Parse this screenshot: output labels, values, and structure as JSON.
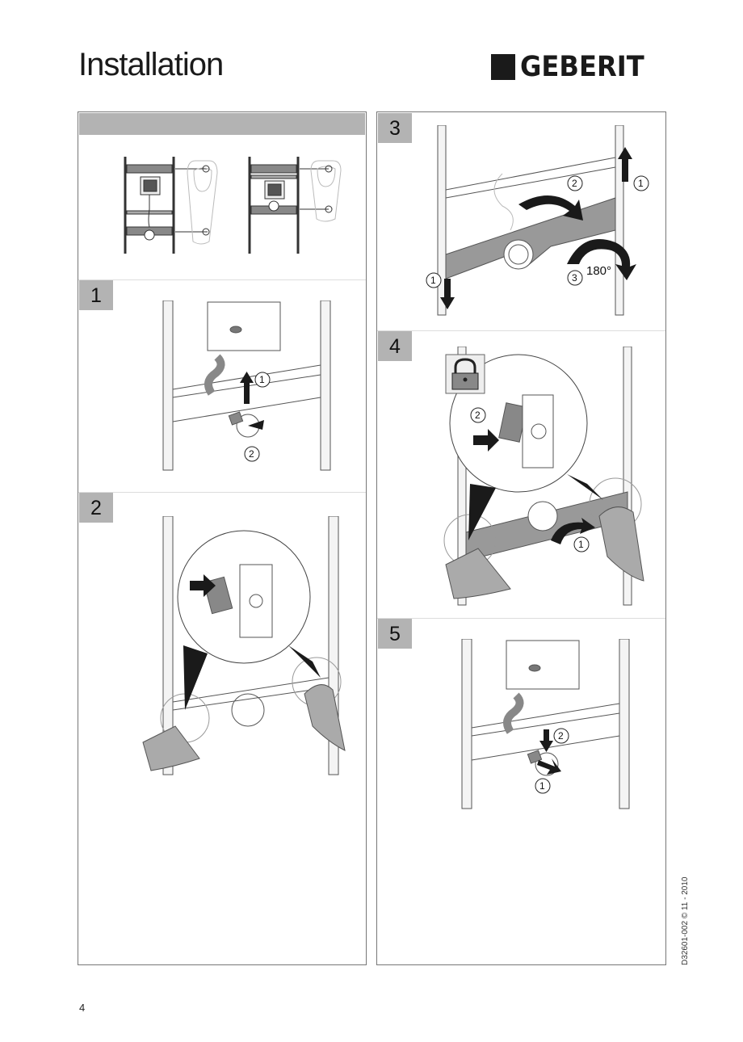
{
  "header": {
    "title": "Installation",
    "brand": "GEBERIT"
  },
  "overview": {
    "variants": [
      "urinal-layout-a",
      "urinal-layout-b"
    ]
  },
  "steps": [
    {
      "number": "1",
      "callouts": [
        "1",
        "2"
      ]
    },
    {
      "number": "2",
      "callouts": []
    },
    {
      "number": "3",
      "callouts": [
        "1",
        "2",
        "1",
        "3"
      ],
      "angle_label": "180°"
    },
    {
      "number": "4",
      "callouts": [
        "2",
        "1"
      ],
      "icon": "padlock-icon"
    },
    {
      "number": "5",
      "callouts": [
        "2",
        "1"
      ]
    }
  ],
  "footer": {
    "page_number": "4",
    "document_id": "D32601-002 © 11 - 2010"
  },
  "colors": {
    "step_badge_bg": "#b3b3b3",
    "border": "#777777",
    "ink": "#1a1a1a"
  }
}
